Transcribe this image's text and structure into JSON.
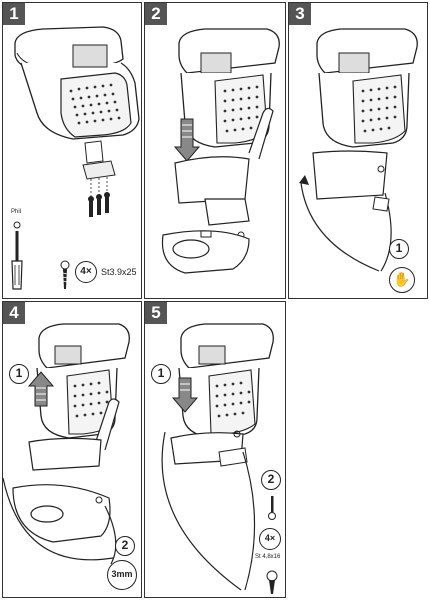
{
  "panels": [
    {
      "number": "1"
    },
    {
      "number": "2"
    },
    {
      "number": "3"
    },
    {
      "number": "4"
    },
    {
      "number": "5"
    }
  ],
  "panel1": {
    "qty": "4×",
    "screw_spec": "St3.9x25",
    "tool_label": "Phil"
  },
  "panel3": {
    "step_badge": "1"
  },
  "panel4": {
    "step1_badge": "1",
    "step2_badge": "2",
    "hex_size": "3mm"
  },
  "panel5": {
    "step1_badge": "1",
    "step2_badge": "2",
    "qty": "4×",
    "screw_spec": "St 4,8x16"
  }
}
